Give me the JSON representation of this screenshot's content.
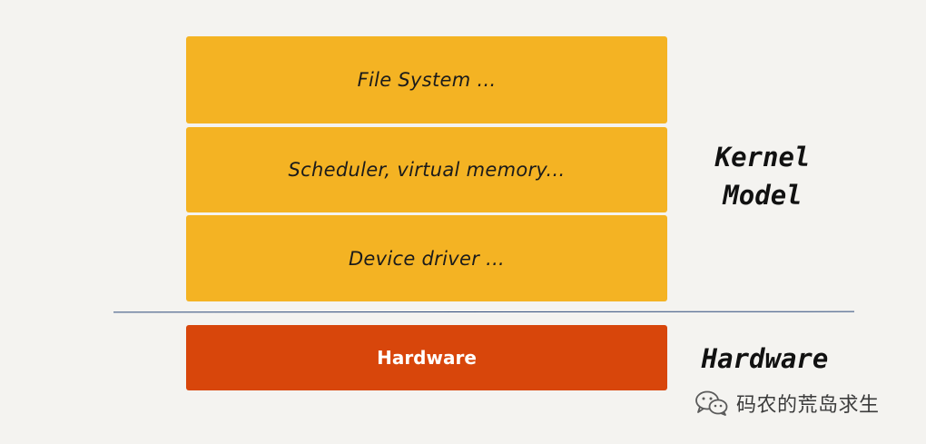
{
  "layers": {
    "file_system": "File System ...",
    "scheduler": "Scheduler, virtual memory...",
    "device_driver": "Device driver ...",
    "hardware": "Hardware"
  },
  "side_labels": {
    "kernel_line1": "Kernel",
    "kernel_line2": "Model",
    "hardware": "Hardware"
  },
  "watermark": {
    "text": "码农的荒岛求生",
    "icon": "wechat-icon"
  },
  "colors": {
    "kernel_layer": "#f4b323",
    "hardware_layer": "#d8460b",
    "divider": "#2d4a7a",
    "background": "#f4f3f0"
  }
}
